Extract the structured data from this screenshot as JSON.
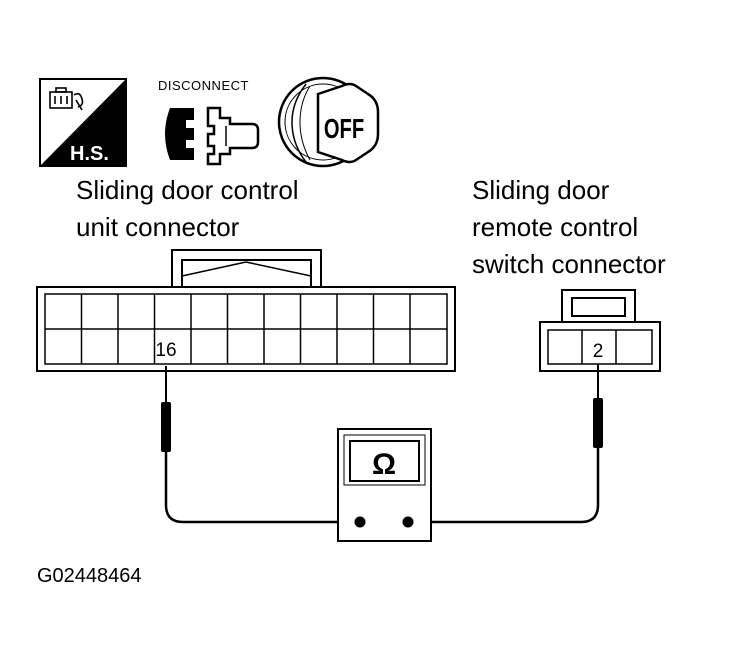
{
  "icons": {
    "harness_side_label": "H.S.",
    "disconnect_label": "DISCONNECT",
    "ignition_label": "OFF"
  },
  "left_connector": {
    "title_line1": "Sliding door control",
    "title_line2": "unit connector",
    "terminal": "16"
  },
  "right_connector": {
    "title_line1": "Sliding door",
    "title_line2": "remote control",
    "title_line3": "switch connector",
    "terminal": "2"
  },
  "meter": {
    "symbol": "Ω"
  },
  "figure_code": "G02448464"
}
